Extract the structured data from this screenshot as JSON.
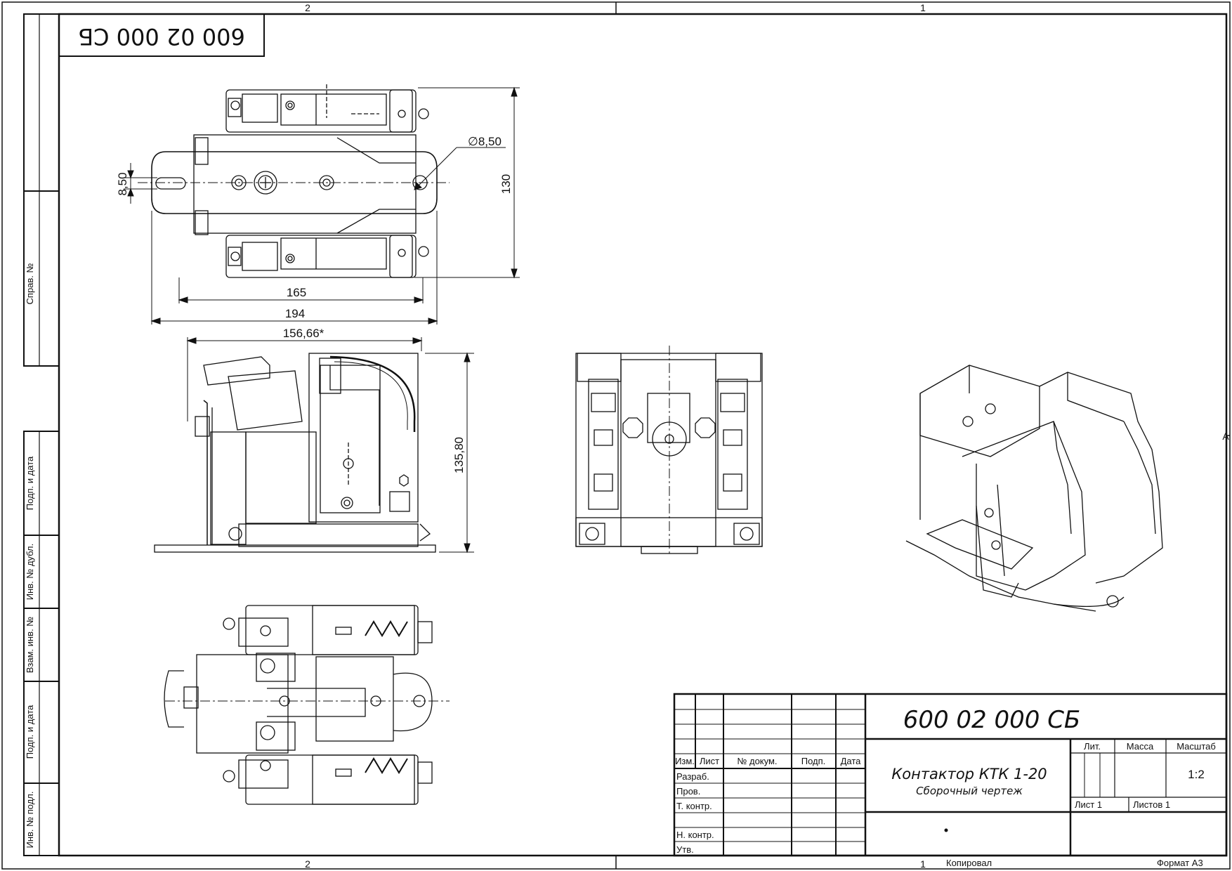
{
  "sheet": {
    "zone_top_left": "2",
    "zone_top_right": "1",
    "zone_bottom_left": "2",
    "zone_bottom_right": "1",
    "zone_side": "A",
    "designation_rotated": "600 02 000 СБ",
    "side_labels": [
      "Справ. №",
      "Подп. и дата",
      "Инв. № дубл.",
      "Взам. инв. №",
      "Подп. и дата",
      "Инв. № подл."
    ],
    "copied": "Копировал",
    "format": "Формат А3"
  },
  "dimensions": {
    "dia": "∅8,50",
    "slot": "8,50",
    "height_top": "130",
    "w165": "165",
    "w194": "194",
    "w156": "156,66*",
    "h135": "135,80"
  },
  "title_block": {
    "designation": "600 02 000 СБ",
    "name": "Контактор КТК 1-20",
    "doc_type": "Сборочный чертеж",
    "col_headers": [
      "Изм.",
      "Лист",
      "№ докум.",
      "Подп.",
      "Дата"
    ],
    "row_labels": [
      "Разраб.",
      "Пров.",
      "Т. контр.",
      "",
      "Н. контр.",
      "Утв."
    ],
    "lit": "Лит.",
    "mass": "Масса",
    "scale_label": "Масштаб",
    "scale": "1:2",
    "sheet": "Лист 1",
    "sheets": "Листов 1"
  }
}
